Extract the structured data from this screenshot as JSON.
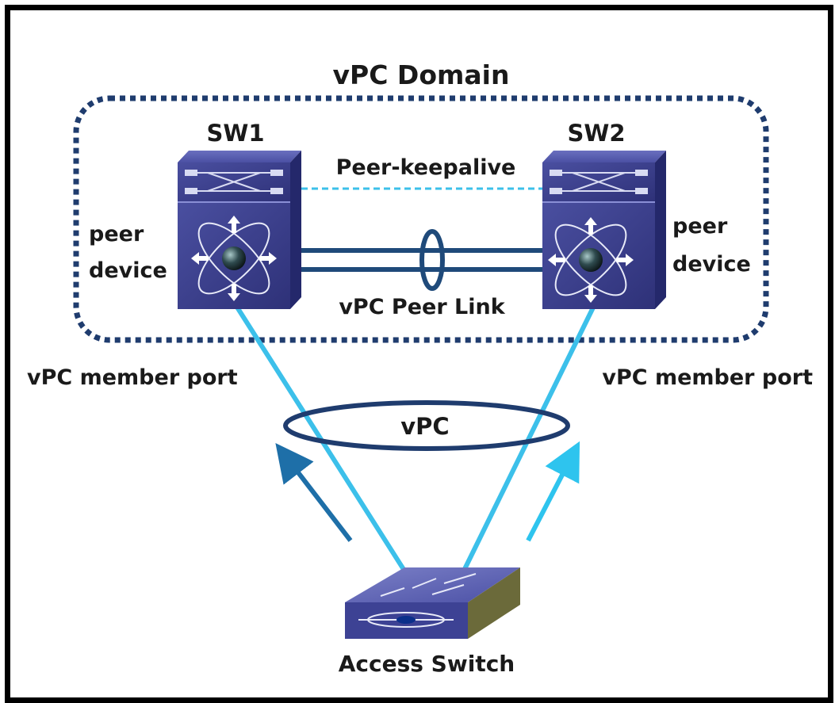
{
  "diagram": {
    "domain_label": "vPC Domain",
    "switch1_label": "SW1",
    "switch2_label": "SW2",
    "keepalive_label": "Peer-keepalive",
    "peer_link_label": "vPC Peer Link",
    "peer_device_left_line1": "peer",
    "peer_device_left_line2": "device",
    "peer_device_right_line1": "peer",
    "peer_device_right_line2": "device",
    "member_port_left_label": "vPC member port",
    "member_port_right_label": "vPC member port",
    "vpc_label": "vPC",
    "access_switch_label": "Access Switch"
  },
  "colors": {
    "frame": "#000000",
    "domain_border": "#1f3c6e",
    "switch_body": "#3b3f8f",
    "keepalive_line": "#3cc0ea",
    "member_link": "#3cc0ea",
    "peer_link": "#1f4a7a",
    "vpc_ellipse": "#1f3c6e",
    "arrow_left": "#1e6fa8",
    "arrow_right": "#2ec4ee"
  }
}
